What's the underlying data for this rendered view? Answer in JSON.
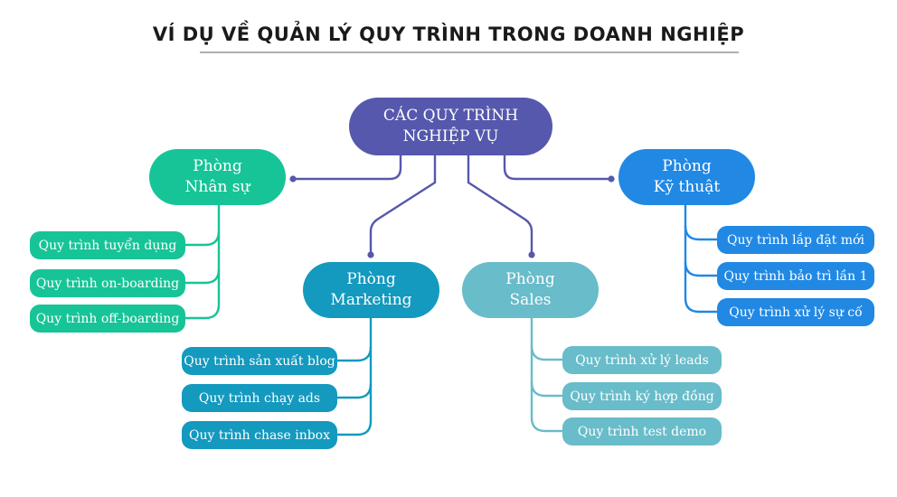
{
  "title": "VÍ DỤ VỀ QUẢN LÝ QUY TRÌNH TRONG DOANH NGHIỆP",
  "root": {
    "line1": "CÁC QUY TRÌNH",
    "line2": "NGHIỆP VỤ",
    "color": "#5558ac"
  },
  "departments": {
    "hr": {
      "line1": "Phòng",
      "line2": "Nhân sự",
      "color": "#17c497",
      "items": [
        "Quy trình tuyển dụng",
        "Quy trình on-boarding",
        "Quy trình off-boarding"
      ]
    },
    "tech": {
      "line1": "Phòng",
      "line2": "Kỹ thuật",
      "color": "#2188e4",
      "items": [
        "Quy trình lắp đặt mới",
        "Quy trình bảo trì lần 1",
        "Quy trình xử lý sự cố"
      ]
    },
    "mkt": {
      "line1": "Phòng",
      "line2": "Marketing",
      "color": "#1499bf",
      "items": [
        "Quy trình sản xuất blog",
        "Quy trình chạy ads",
        "Quy trình chase inbox"
      ]
    },
    "sales": {
      "line1": "Phòng",
      "line2": "Sales",
      "color": "#69bcc9",
      "items": [
        "Quy trình xử lý leads",
        "Quy trình ký hợp đồng",
        "Quy trình test demo"
      ]
    }
  },
  "connector_color": "#5558ac"
}
